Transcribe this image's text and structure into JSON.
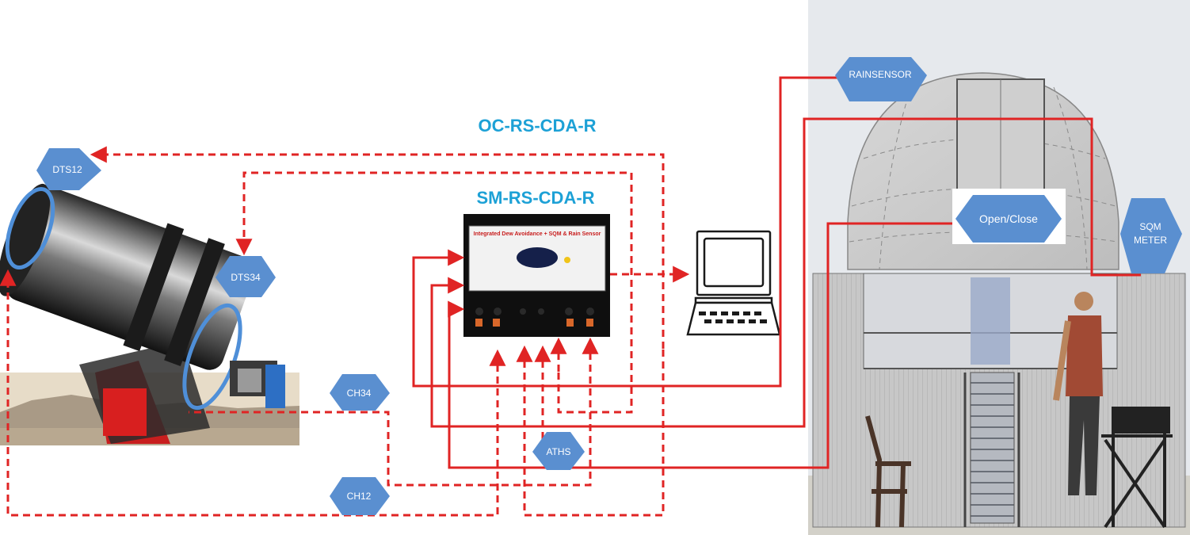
{
  "titles": {
    "top": "OC-RS-CDA-R",
    "device": "SM-RS-CDA-R"
  },
  "nodes": {
    "dts12": "DTS12",
    "dts34": "DTS34",
    "ch34": "CH34",
    "ch12": "CH12",
    "aths": "ATHS",
    "rainsensor": "RAINSENSOR",
    "open_close": "Open/Close",
    "sqm_line1": "SQM",
    "sqm_line2": "METER"
  },
  "device_panel": {
    "title": "Integrated Dew Avoidance + SQM & Rain Sensor"
  },
  "colors": {
    "wire": "#e02424",
    "hexagon": "#5a8fd0",
    "title_text": "#1da1d6"
  }
}
